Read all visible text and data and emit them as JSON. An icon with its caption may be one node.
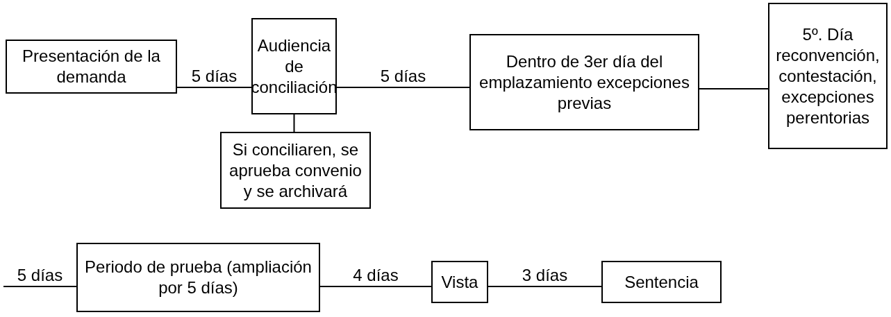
{
  "diagram": {
    "nodes": [
      {
        "text": [
          "Presentación de la demanda"
        ]
      },
      {
        "text": [
          "Audiencia de conciliación"
        ]
      },
      {
        "text": [
          "Dentro de 3er día del emplazamiento excepciones previas"
        ]
      },
      {
        "text": [
          "5º. Día reconvención, contestación, excepciones perentorias"
        ]
      },
      {
        "text": [
          "Si conciliaren, se aprueba convenio y se archivará"
        ]
      },
      {
        "text": [
          "Periodo de prueba (ampliación por 5 días)"
        ]
      },
      {
        "text": [
          "Vista"
        ]
      },
      {
        "text": [
          "Sentencia"
        ]
      }
    ],
    "edges": [
      {
        "from": 0,
        "to": 1,
        "arrow": "none",
        "label": "5 días"
      },
      {
        "from": 1,
        "to": 2,
        "arrow": "none",
        "label": "5 días"
      },
      {
        "from": 2,
        "to": 3,
        "arrow": "none"
      },
      {
        "from": 1,
        "to": 4,
        "arrow": "none"
      },
      {
        "from": null,
        "to": 5,
        "arrow": "none",
        "label": "5 días"
      },
      {
        "from": 5,
        "to": 6,
        "arrow": "none",
        "label": "4 días"
      },
      {
        "from": 6,
        "to": 7,
        "arrow": "none",
        "label": "3 días"
      }
    ]
  }
}
